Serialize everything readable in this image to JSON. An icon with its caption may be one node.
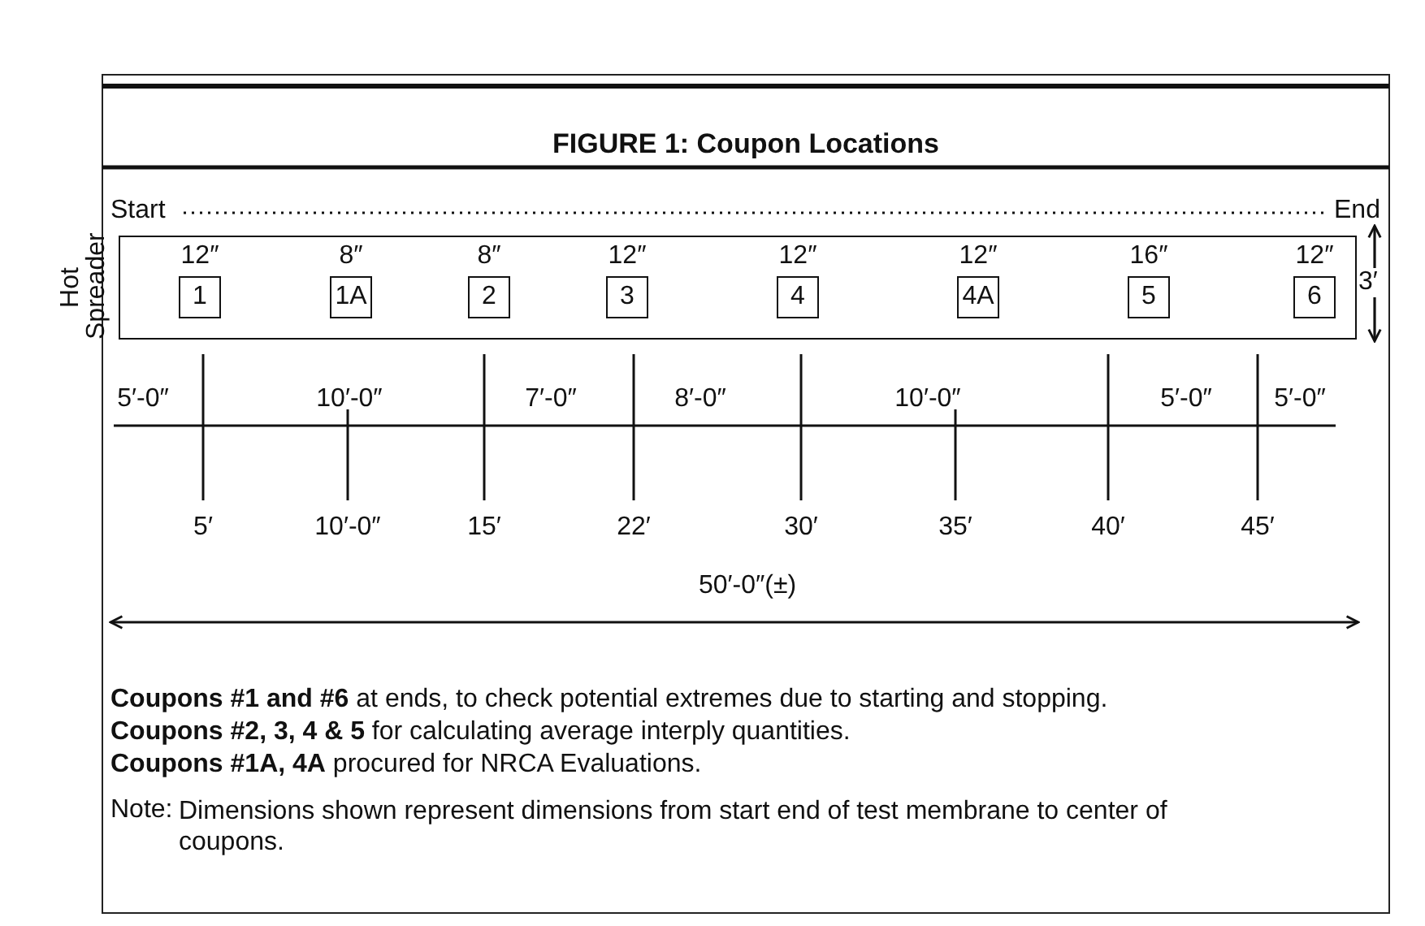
{
  "diagram": {
    "title": "FIGURE 1: Coupon Locations",
    "nodes": [
      {
        "text": [],
        "shape": "box",
        "beside": [
          "Hot Spreader"
        ]
      },
      {
        "text": [
          "1"
        ],
        "in": 0,
        "beside": [
          "12″"
        ]
      },
      {
        "text": [
          "1A"
        ],
        "in": 0,
        "beside": [
          "8″"
        ]
      },
      {
        "text": [
          "2"
        ],
        "in": 0,
        "beside": [
          "8″"
        ]
      },
      {
        "text": [
          "3"
        ],
        "in": 0,
        "beside": [
          "12″"
        ]
      },
      {
        "text": [
          "4"
        ],
        "in": 0,
        "beside": [
          "12″"
        ]
      },
      {
        "text": [
          "4A"
        ],
        "in": 0,
        "beside": [
          "12″"
        ]
      },
      {
        "text": [
          "5"
        ],
        "in": 0,
        "beside": [
          "16″"
        ]
      },
      {
        "text": [
          "6"
        ],
        "in": 0,
        "beside": [
          "12″"
        ]
      }
    ],
    "edges": [],
    "labels": [
      "Start",
      "End",
      "3′",
      "5′-0″",
      "10′-0″",
      "7′-0″",
      "8′-0″",
      "10′-0″",
      "5′-0″",
      "5′-0″",
      "5′",
      "10′-0″",
      "15′",
      "22′",
      "30′",
      "35′",
      "40′",
      "45′",
      "50′-0″(±)",
      "**Coupons #1 and #6** at ends, to check potential extremes due to starting and stopping.",
      "**Coupons #2, 3, 4 & 5** for calculating average interply quantities.",
      "**Coupons #1A, 4A** procured for NRCA Evaluations.",
      "Note:",
      "Dimensions shown represent dimensions from start end of test membrane to center of coupons."
    ]
  }
}
